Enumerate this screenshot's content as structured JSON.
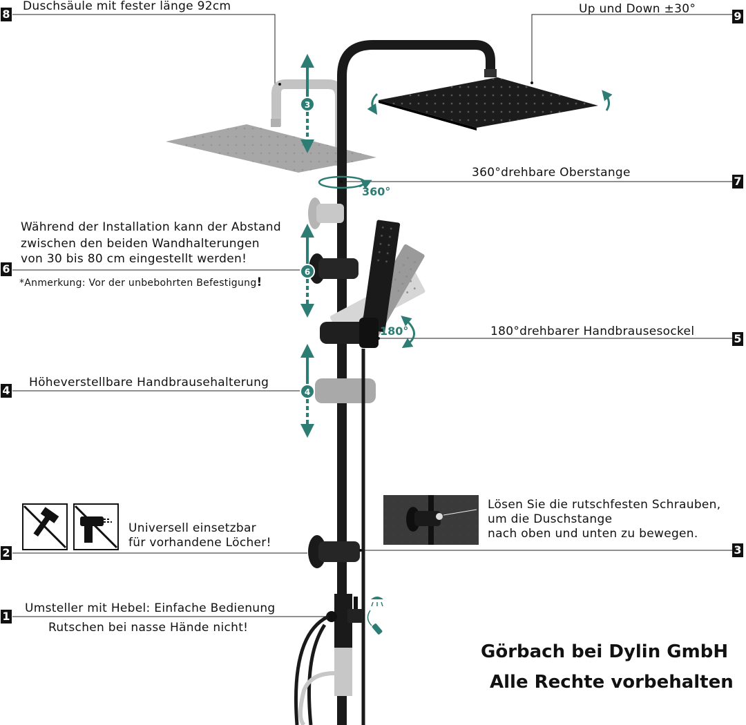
{
  "callouts": [
    {
      "number": "8",
      "lines": [
        "Duschsäule mit fester länge 92cm"
      ]
    },
    {
      "number": "9",
      "lines": [
        "Up und Down ±30°"
      ]
    },
    {
      "number": "7",
      "lines": [
        "360°drehbare Oberstange"
      ]
    },
    {
      "number": "6",
      "lines": [
        "Während der Installation kann der Abstand",
        "zwischen den beiden Wandhalterungen",
        "von 30 bis 80 cm eingestellt werden!",
        "*Anmerkung: Vor der unbebohrten Befestigung",
        "!"
      ]
    },
    {
      "number": "5",
      "lines": [
        "180°drehbarer Handbrausesockel"
      ]
    },
    {
      "number": "4",
      "lines": [
        "Höheverstellbare Handbrausehalterung"
      ]
    },
    {
      "number": "3",
      "lines": [
        "Lösen Sie die rutschfesten Schrauben,",
        "um die Duschstange",
        "nach oben und unten zu bewegen."
      ]
    },
    {
      "number": "2",
      "lines": [
        "Universell einsetzbar",
        "für vorhandene Löcher!"
      ]
    },
    {
      "number": "1",
      "lines": [
        "Umsteller mit Hebel: Einfache Bedienung",
        "Rutschen bei nasse Hände nicht!"
      ]
    }
  ],
  "badges": [
    "3",
    "6",
    "4"
  ],
  "rotation_labels": {
    "top": "360°",
    "hand": "180°"
  },
  "brand": {
    "line1": "Görbach bei Dylin GmbH",
    "line2": "Alle Rechte vorbehalten"
  },
  "colors": {
    "accent": "#2e7d74",
    "fixture": "#1a1a1a",
    "ghost": "#b5b5b5",
    "line": "#222222"
  },
  "icons": [
    "no-hammer-icon",
    "no-drill-icon",
    "shower-head-icon",
    "hand-shower-icon"
  ]
}
